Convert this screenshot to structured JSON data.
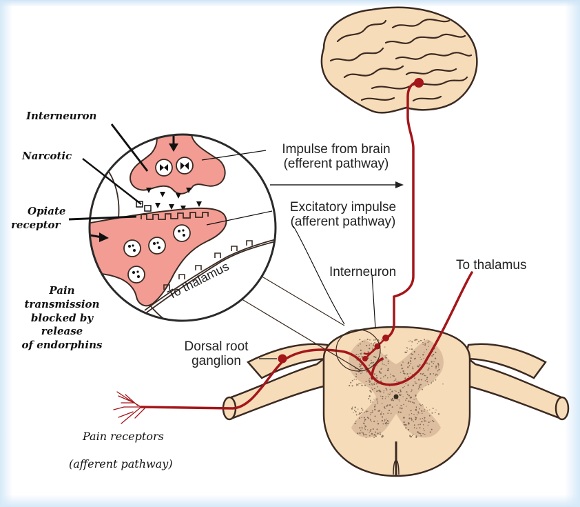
{
  "labels": {
    "interneuron_inset": "Interneuron",
    "narcotic": "Narcotic",
    "opiate_receptor_1": "Opiate",
    "opiate_receptor_2": "receptor",
    "impulse_brain_1": "Impulse from brain",
    "impulse_brain_2": "(efferent pathway)",
    "excitatory_1": "Excitatory impulse",
    "excitatory_2": "(afferent pathway)",
    "to_thalamus_inset": "To thalamus",
    "interneuron_cord": "Interneuron",
    "to_thalamus_cord": "To thalamus",
    "pain_block_1": "Pain",
    "pain_block_2": "transmission",
    "pain_block_3": "blocked by",
    "pain_block_4": "release",
    "pain_block_5": "of endorphins",
    "dorsal_root_1": "Dorsal root",
    "dorsal_root_2": "ganglion",
    "pain_receptors": "Pain receptors",
    "afferent_pathway": "(afferent pathway)"
  },
  "colors": {
    "tissue": "#f7dcb9",
    "neuron_pink": "#f29c93",
    "nerve_red": "#a4161a",
    "outline": "#3a2a22"
  }
}
